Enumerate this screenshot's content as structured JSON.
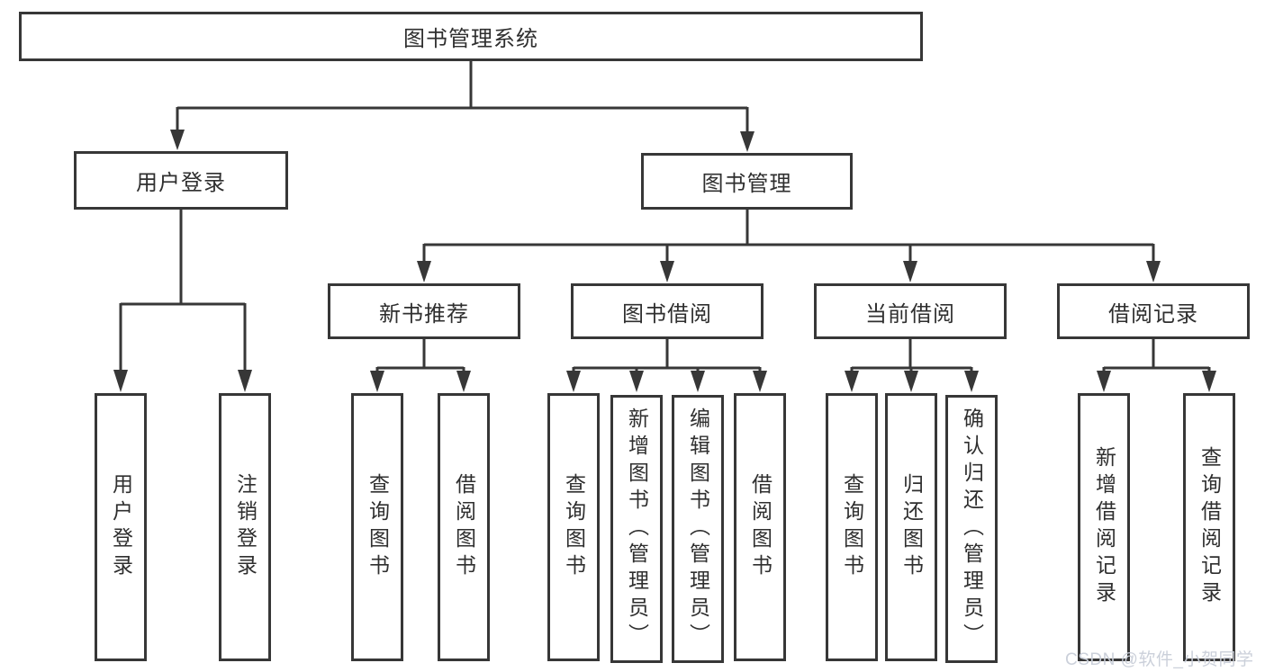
{
  "diagram": {
    "root": {
      "label": "图书管理系统",
      "children": [
        {
          "label": "用户登录",
          "children": [
            {
              "label": "用户登录"
            },
            {
              "label": "注销登录"
            }
          ]
        },
        {
          "label": "图书管理",
          "children": [
            {
              "label": "新书推荐",
              "children": [
                {
                  "label": "查询图书"
                },
                {
                  "label": "借阅图书"
                }
              ]
            },
            {
              "label": "图书借阅",
              "children": [
                {
                  "label": "查询图书"
                },
                {
                  "label": "新增图书（管理员）"
                },
                {
                  "label": "编辑图书（管理员）"
                },
                {
                  "label": "借阅图书"
                }
              ]
            },
            {
              "label": "当前借阅",
              "children": [
                {
                  "label": "查询图书"
                },
                {
                  "label": "归还图书"
                },
                {
                  "label": "确认归还（管理员）"
                }
              ]
            },
            {
              "label": "借阅记录",
              "children": [
                {
                  "label": "新增借阅记录"
                },
                {
                  "label": "查询借阅记录"
                }
              ]
            }
          ]
        }
      ]
    }
  },
  "colors": {
    "line": "#373737",
    "text": "#2f2f2f",
    "watermark": "#c8ced8",
    "background": "#ffffff"
  },
  "watermark": {
    "text": "CSDN @软件_小贺同学"
  }
}
